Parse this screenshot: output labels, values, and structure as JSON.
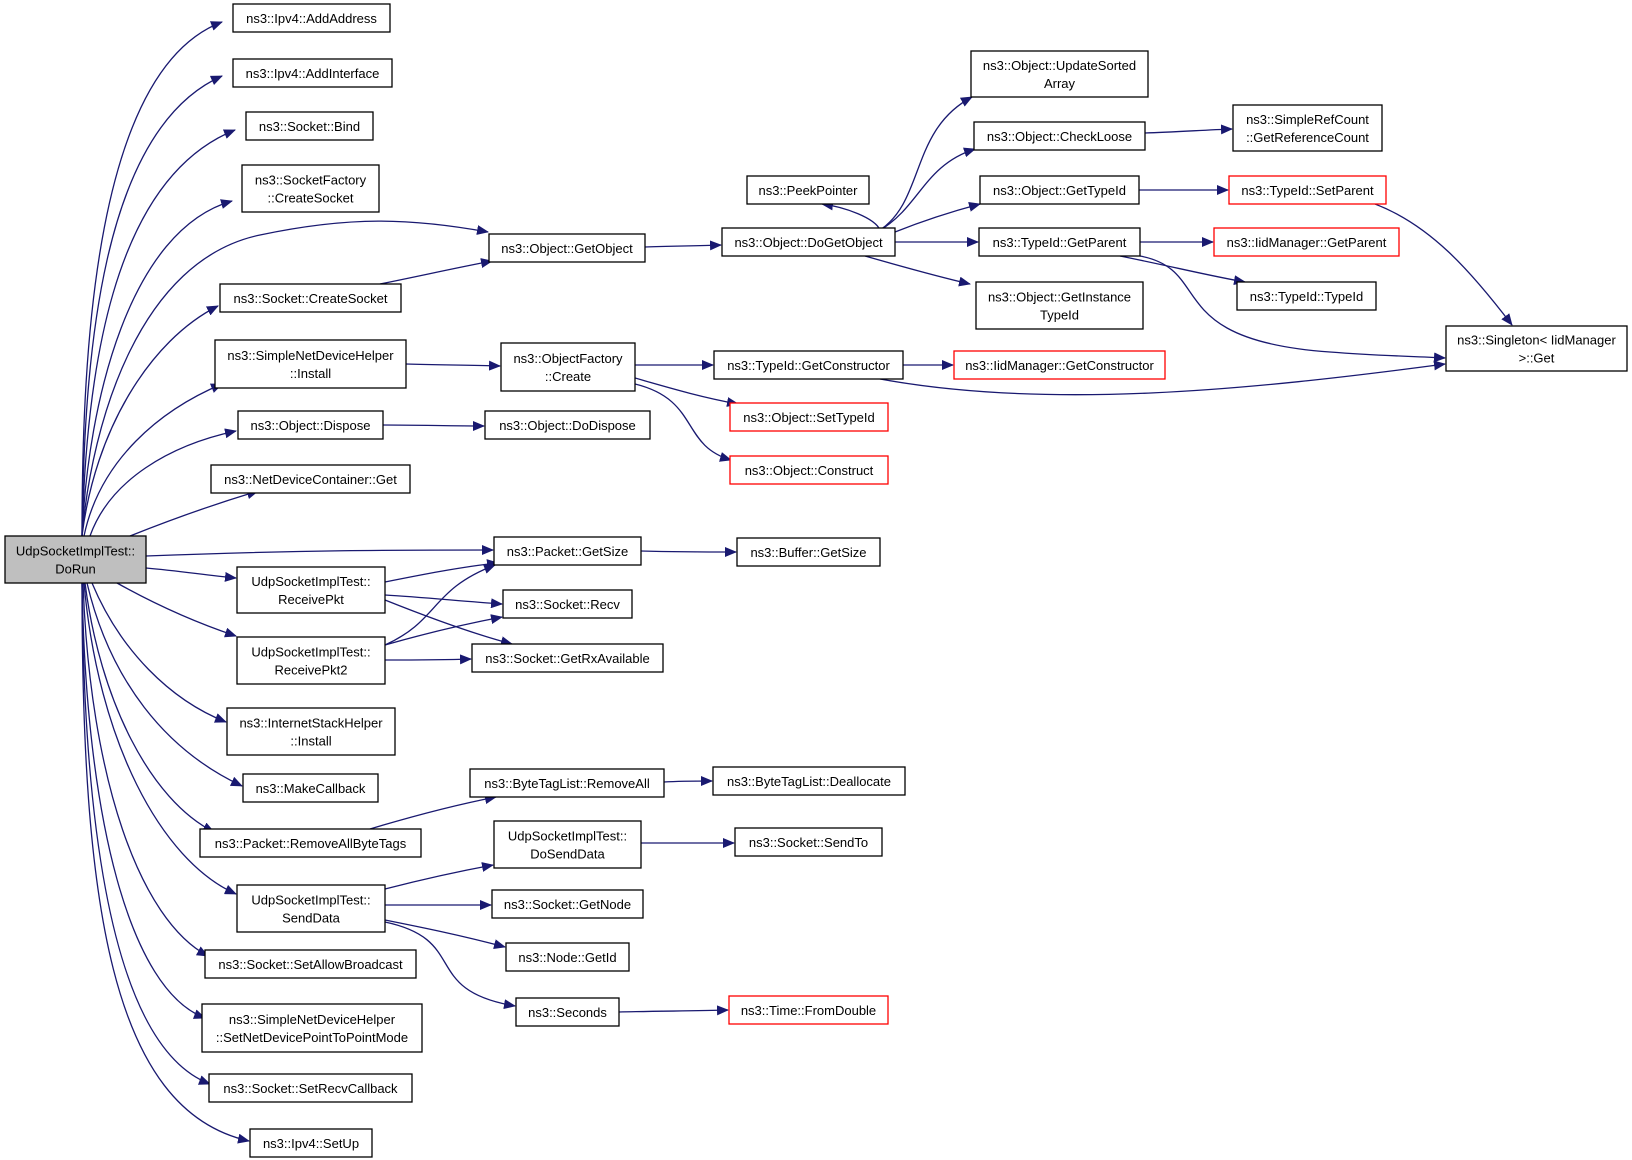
{
  "colors": {
    "edge": "#191970",
    "box_border": "#000000",
    "box_fill": "#ffffff",
    "root_fill": "#bfbfbf",
    "external_border": "#ff0000",
    "text": "#000000"
  },
  "nodes": {
    "root": [
      "UdpSocketImplTest::",
      "DoRun"
    ],
    "ipv4_addaddress": [
      "ns3::Ipv4::AddAddress"
    ],
    "ipv4_addinterface": [
      "ns3::Ipv4::AddInterface"
    ],
    "socket_bind": [
      "ns3::Socket::Bind"
    ],
    "socketfactory_createsocket": [
      "ns3::SocketFactory",
      "::CreateSocket"
    ],
    "socket_createsocket": [
      "ns3::Socket::CreateSocket"
    ],
    "simplenetdevicehelper_install": [
      "ns3::SimpleNetDeviceHelper",
      "::Install"
    ],
    "object_dispose": [
      "ns3::Object::Dispose"
    ],
    "netdevicecontainer_get": [
      "ns3::NetDeviceContainer::Get"
    ],
    "receivepkt": [
      "UdpSocketImplTest::",
      "ReceivePkt"
    ],
    "receivepkt2": [
      "UdpSocketImplTest::",
      "ReceivePkt2"
    ],
    "internetstackhelper_install": [
      "ns3::InternetStackHelper",
      "::Install"
    ],
    "makecallback": [
      "ns3::MakeCallback"
    ],
    "packet_removeallbytetags": [
      "ns3::Packet::RemoveAllByteTags"
    ],
    "senddata": [
      "UdpSocketImplTest::",
      "SendData"
    ],
    "socket_setallowbroadcast": [
      "ns3::Socket::SetAllowBroadcast"
    ],
    "simplenetdevicehelper_setp2p": [
      "ns3::SimpleNetDeviceHelper",
      "::SetNetDevicePointToPointMode"
    ],
    "socket_setrecvcallback": [
      "ns3::Socket::SetRecvCallback"
    ],
    "ipv4_setup": [
      "ns3::Ipv4::SetUp"
    ],
    "object_getobject": [
      "ns3::Object::GetObject"
    ],
    "objectfactory_create": [
      "ns3::ObjectFactory",
      "::Create"
    ],
    "object_dodispose": [
      "ns3::Object::DoDispose"
    ],
    "packet_getsize": [
      "ns3::Packet::GetSize"
    ],
    "socket_recv": [
      "ns3::Socket::Recv"
    ],
    "socket_getrxavailable": [
      "ns3::Socket::GetRxAvailable"
    ],
    "bytetaglist_removeall": [
      "ns3::ByteTagList::RemoveAll"
    ],
    "dosenddata": [
      "UdpSocketImplTest::",
      "DoSendData"
    ],
    "socket_getnode": [
      "ns3::Socket::GetNode"
    ],
    "node_getid": [
      "ns3::Node::GetId"
    ],
    "seconds": [
      "ns3::Seconds"
    ],
    "peekpointer": [
      "ns3::PeekPointer"
    ],
    "object_dogetobject": [
      "ns3::Object::DoGetObject"
    ],
    "typeid_getconstructor": [
      "ns3::TypeId::GetConstructor"
    ],
    "object_settypeid": [
      "ns3::Object::SetTypeId"
    ],
    "object_construct": [
      "ns3::Object::Construct"
    ],
    "buffer_getsize": [
      "ns3::Buffer::GetSize"
    ],
    "bytetaglist_deallocate": [
      "ns3::ByteTagList::Deallocate"
    ],
    "socket_sendto": [
      "ns3::Socket::SendTo"
    ],
    "time_fromdouble": [
      "ns3::Time::FromDouble"
    ],
    "object_updatesortedarray": [
      "ns3::Object::UpdateSorted",
      "Array"
    ],
    "object_checkloose": [
      "ns3::Object::CheckLoose"
    ],
    "object_gettypeid": [
      "ns3::Object::GetTypeId"
    ],
    "typeid_getparent": [
      "ns3::TypeId::GetParent"
    ],
    "object_getinstancetypeid": [
      "ns3::Object::GetInstance",
      "TypeId"
    ],
    "iidmanager_getconstructor": [
      "ns3::IidManager::GetConstructor"
    ],
    "simplerefcount_getreferencecount": [
      "ns3::SimpleRefCount",
      "::GetReferenceCount"
    ],
    "typeid_setparent": [
      "ns3::TypeId::SetParent"
    ],
    "iidmanager_getparent": [
      "ns3::IidManager::GetParent"
    ],
    "typeid_typeid": [
      "ns3::TypeId::TypeId"
    ],
    "singleton_get": [
      "ns3::Singleton< IidManager",
      ">::Get"
    ]
  }
}
